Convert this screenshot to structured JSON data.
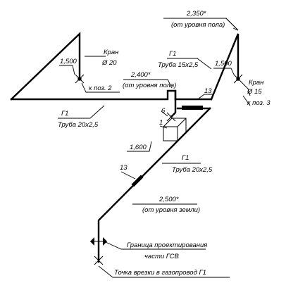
{
  "labels": {
    "elev_top": "2,350*",
    "elev_top_note": "(от уровня пола)",
    "pipe_top_name": "Г1",
    "pipe_top_spec": "Труба 15х2,5",
    "elev_mid": "2,400*",
    "elev_mid_note": "(от уровня пола)",
    "valve_left_name": "Кран",
    "valve_left_dn": "Ø 20",
    "elev_left": "1,500",
    "ref_left": "к поз. 2",
    "elev_right": "1,500",
    "valve_right_name": "Кран",
    "valve_right_dn": "Ø 15",
    "ref_right": "к поз. 3",
    "pipe_left_name": "Г1",
    "pipe_left_spec": "Труба 20х2,5",
    "pos_13_top": "13",
    "pos_6": "6",
    "pos_1": "1",
    "elev_meter": "1,600",
    "pipe_mid_name": "Г1",
    "pipe_mid_spec": "Труба 20х2,5",
    "pos_13_bottom": "13",
    "elev_ground": "2,500*",
    "elev_ground_note": "(от уровня земли)",
    "boundary_line1": "Граница проектирования",
    "boundary_line2": "части ГСВ",
    "tie_in": "Точка врезки в газопровод Г1"
  }
}
